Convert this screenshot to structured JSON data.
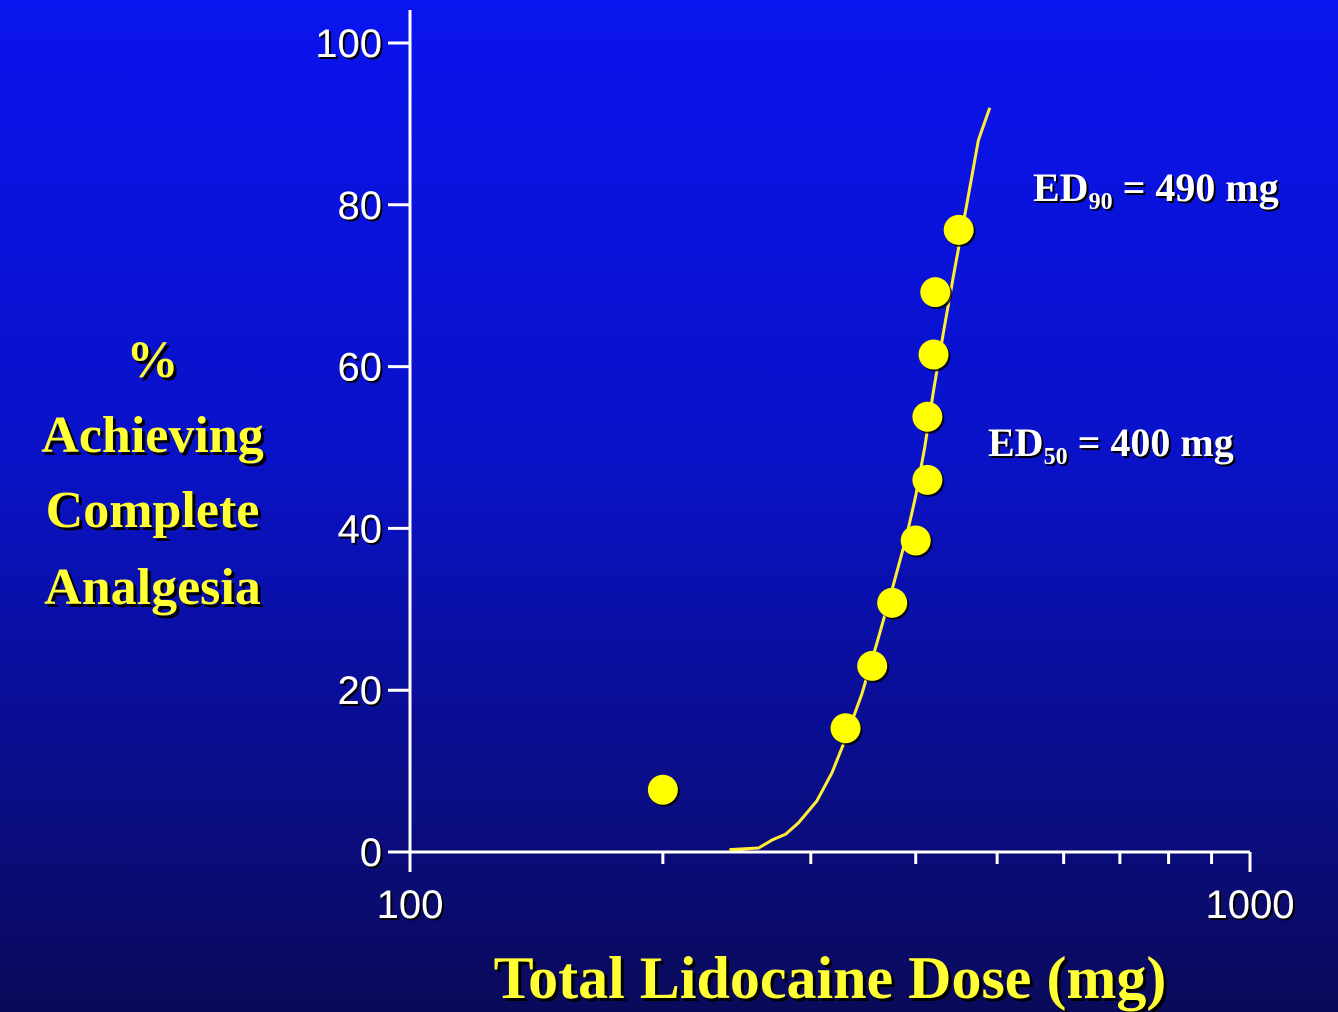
{
  "chart_data": {
    "type": "scatter",
    "xlabel": "Total Lidocaine Dose (mg)",
    "ylabel": [
      "%",
      "Achieving",
      "Complete",
      "Analgesia"
    ],
    "x_scale": "log",
    "xlim": [
      100,
      1000
    ],
    "ylim": [
      0,
      100
    ],
    "x_ticks": [
      {
        "value": 100,
        "label": "100"
      },
      {
        "value": 1000,
        "label": "1000"
      }
    ],
    "x_minor_ticks": [
      200,
      300,
      400,
      500,
      600,
      700,
      800,
      900
    ],
    "y_ticks": [
      {
        "value": 0,
        "label": "0"
      },
      {
        "value": 20,
        "label": "20"
      },
      {
        "value": 40,
        "label": "40"
      },
      {
        "value": 60,
        "label": "60"
      },
      {
        "value": 80,
        "label": "80"
      },
      {
        "value": 100,
        "label": "100"
      }
    ],
    "grid": false,
    "points": [
      {
        "x": 200,
        "y": 7.7
      },
      {
        "x": 330,
        "y": 15.3
      },
      {
        "x": 355,
        "y": 23
      },
      {
        "x": 375,
        "y": 30.8
      },
      {
        "x": 400,
        "y": 38.5
      },
      {
        "x": 413,
        "y": 46
      },
      {
        "x": 413,
        "y": 53.8
      },
      {
        "x": 420,
        "y": 61.5
      },
      {
        "x": 422,
        "y": 69.2
      },
      {
        "x": 450,
        "y": 76.9
      }
    ],
    "fit_curve": [
      {
        "x": 240,
        "y": 0.3
      },
      {
        "x": 260,
        "y": 0.5
      },
      {
        "x": 270,
        "y": 1.5
      },
      {
        "x": 280,
        "y": 2.2
      },
      {
        "x": 290,
        "y": 3.6
      },
      {
        "x": 305,
        "y": 6.3
      },
      {
        "x": 318,
        "y": 9.8
      },
      {
        "x": 330,
        "y": 14
      },
      {
        "x": 345,
        "y": 19.5
      },
      {
        "x": 360,
        "y": 26
      },
      {
        "x": 375,
        "y": 32.5
      },
      {
        "x": 390,
        "y": 39
      },
      {
        "x": 400,
        "y": 44
      },
      {
        "x": 410,
        "y": 50
      },
      {
        "x": 420,
        "y": 57
      },
      {
        "x": 432,
        "y": 64.5
      },
      {
        "x": 445,
        "y": 72
      },
      {
        "x": 460,
        "y": 80
      },
      {
        "x": 475,
        "y": 88
      },
      {
        "x": 490,
        "y": 92
      }
    ],
    "annotations": [
      {
        "label": "ED",
        "subscript": "90",
        "text": " = 490 mg"
      },
      {
        "label": "ED",
        "subscript": "50",
        "text": " = 400 mg"
      }
    ],
    "colors": {
      "points": "#ffff00",
      "curve": "#ffee33",
      "axis": "#ffffff",
      "label": "#ffff33"
    }
  }
}
